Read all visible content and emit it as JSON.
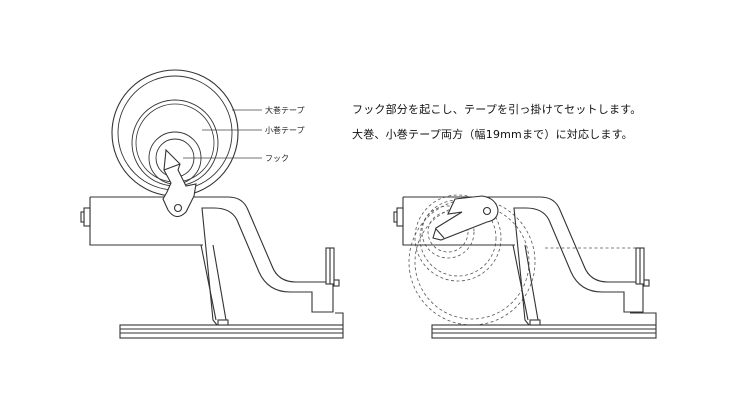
{
  "callouts": {
    "large_tape": "大巻テープ",
    "small_tape": "小巻テープ",
    "hook": "フック"
  },
  "description": {
    "line1": "フック部分を起こし、テープを引っ掛けてセットします。",
    "line2": "大巻、小巻テープ両方（幅19mmまで）に対応します。"
  },
  "colors": {
    "stroke": "#333333",
    "dashed": "#555555",
    "hatch": "#888888"
  }
}
